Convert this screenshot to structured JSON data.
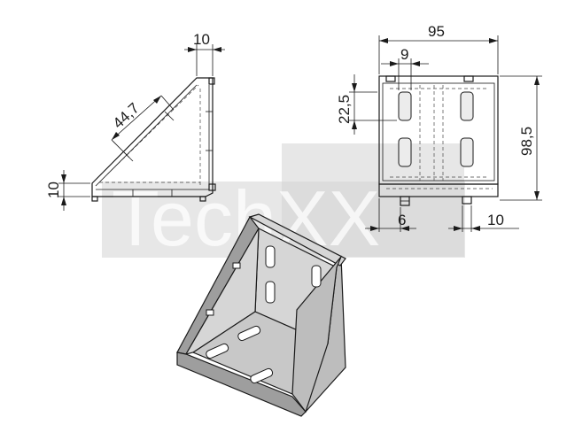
{
  "watermark": {
    "text": "TechXX"
  },
  "dimensions": {
    "side_top_width": "10",
    "side_diagonal": "44,7",
    "side_left_height": "10",
    "front_width": "95",
    "front_slot_width": "9",
    "front_slot_offset": "22,5",
    "front_height": "98,5",
    "front_bottom_left": "6",
    "front_bottom_right": "10"
  },
  "colors": {
    "line": "#1a1a1a",
    "watermark": "#d4d4d4",
    "background": "#ffffff"
  }
}
